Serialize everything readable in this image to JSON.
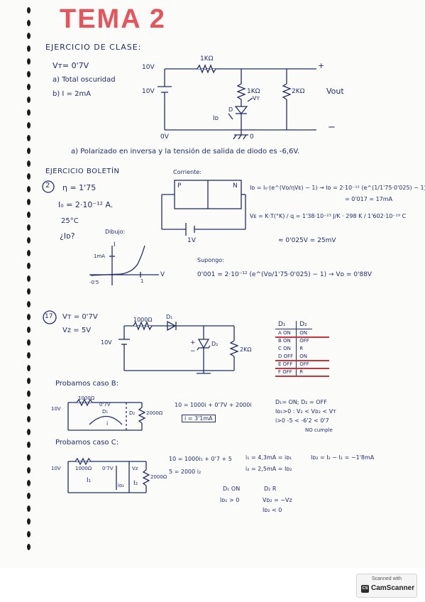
{
  "title": "TEMA 2",
  "exercise_class": {
    "heading": "EJERCICIO DE CLASE:",
    "vt": "Vᴛ= 0'7V",
    "part_a": "a) Total oscuridad",
    "part_b": "b) I = 2mA",
    "circuit": {
      "top_source": "10V",
      "left_source": "10V",
      "r_top": "1KΩ",
      "r_mid": "1KΩ",
      "vt_mark": "Vᴛ",
      "r_right": "2KΩ",
      "vout": "Vout",
      "plus": "+",
      "minus": "−",
      "id_label": "Iᴅ",
      "d_label": "D",
      "zero_left": "0V",
      "zero_bottom": "0"
    },
    "conclusion": "a) Polarizado en inversa y la tensión de salida de diodo es -6,6V."
  },
  "exercise_boletin": {
    "heading": "EJERCICIO BOLETÍN",
    "p2": {
      "number": "2",
      "eta": "η = 1'75",
      "io": "I₀ = 2·10⁻¹² A.",
      "temp": "25°C",
      "question": "¿Iᴅ?",
      "dibujo": "Dibujo:",
      "corriente": "Corriente:",
      "p": "P",
      "n": "N",
      "battery": "1V",
      "graph_i": "I",
      "graph_v": "V",
      "graph_1ma": "1mA",
      "graph_m05": "-0'5",
      "graph_1": "1",
      "eq1": "Iᴅ = I₀·(e^(Vᴅ/ηVᴇ) − 1) → Iᴅ = 2·10⁻¹² (e^(1/1'75·0'025) − 1)",
      "eq1b": "= 0'017 = 17mA",
      "eq2": "Vᴇ = K·T(°K) / q = 1'38·10⁻²³ J/K · 298 K / 1'602·10⁻¹⁹ C",
      "eq3": "≈ 0'025V = 25mV",
      "supongo": "Supongo:",
      "eq4": "0'001 = 2·10⁻¹² (e^(Vᴅ/1'75·0'025) − 1) → Vᴅ = 0'88V"
    },
    "p17": {
      "number": "17",
      "vt": "Vᴛ = 0'7V",
      "vz": "Vz = 5V",
      "circuit": {
        "r1": "1000Ω",
        "d1": "D₁",
        "source": "10V",
        "d2": "D₂",
        "r2": "2KΩ",
        "plus": "+",
        "minus": "−"
      },
      "table": {
        "headers": [
          "D₁",
          "D₂"
        ],
        "rows": [
          [
            "A",
            "ON",
            "ON"
          ],
          [
            "B",
            "ON",
            "OFF"
          ],
          [
            "C",
            "ON",
            "R"
          ],
          [
            "D",
            "OFF",
            "ON"
          ],
          [
            "E",
            "OFF",
            "OFF"
          ],
          [
            "F",
            "OFF",
            "R"
          ]
        ]
      },
      "case_b": {
        "heading": "Probamos caso B:",
        "c_source": "10V",
        "c_r1": "1000Ω",
        "c_vt": "0'7V",
        "c_d1": "D₁",
        "c_d2": "D₂",
        "c_r2": "2000Ω",
        "c_i": "i",
        "eq": "10 = 1000i + 0'7V + 2000i",
        "result": "i = 3'1mA",
        "cond1": "D₁= ON;   D₂ = OFF",
        "cond2": "Iᴅ₁>0 : V₂ < Vᴅ₂ < Vᴛ",
        "cond3": "i>0   -5 < -6'2 < 0'7",
        "cond4": "NO cumple"
      },
      "case_c": {
        "heading": "Probamos caso C:",
        "c_source": "10V",
        "c_r1": "1000Ω",
        "c_vt": "0'7V",
        "c_vz": "Vz",
        "c_r2": "2000Ω",
        "c_i1": "I₁",
        "c_id2": "iᴅ₂",
        "c_i2": "I₂",
        "eq1": "10 = 1000i₁ + 0'7 + 5",
        "eq2": "5 = 2000 i₂",
        "r1": "i₁ = 4,3mA = iᴅ₁",
        "r2": "i₂ = 2,5mA = Iᴅ₂",
        "r3": "Iᴅ₂ = I₂ − I₁ = −1'8mA",
        "s1": "D₁ ON",
        "s2": "D₂ R",
        "s3": "Iᴅ₁ > 0",
        "s4": "Vᴅ₂ = −Vz",
        "s5": "Iᴅ₂ < 0"
      }
    }
  },
  "scanner": {
    "top": "Scanned with",
    "name": "CamScanner",
    "logo": "CS"
  }
}
